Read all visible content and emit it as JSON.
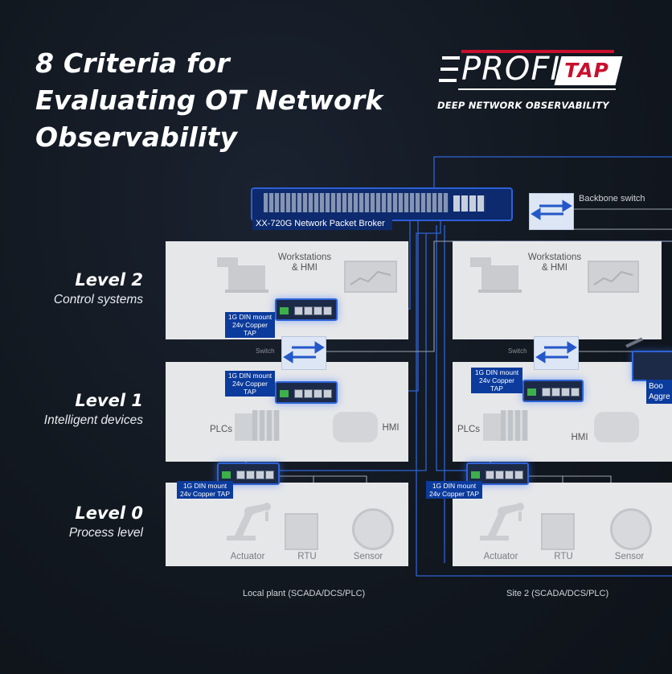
{
  "title": "8 Criteria for Evaluating OT Network Observability",
  "title_lines": [
    "8 Criteria for",
    "Evaluating OT Network",
    "Observability"
  ],
  "logo": {
    "word": "PROFI",
    "tap": "TAP",
    "tagline": "DEEP NETWORK OBSERVABILITY"
  },
  "levels": [
    {
      "title": "Level 2",
      "subtitle": "Control systems"
    },
    {
      "title": "Level 1",
      "subtitle": "Intelligent devices"
    },
    {
      "title": "Level 0",
      "subtitle": "Process level"
    }
  ],
  "broker_label": "XX-720G Network Packet Broker",
  "backbone_label": "Backbone switch",
  "switch_label": "Switch",
  "tap_label_line1": "1G DIN mount",
  "tap_label_line2": "24v Copper TAP",
  "workstations_label": "Workstations\n& HMI",
  "workstations_line1": "Workstations",
  "workstations_line2": "& HMI",
  "plcs_label": "PLCs",
  "hmi_label": "HMI",
  "actuator_label": "Actuator",
  "rtu_label": "RTU",
  "sensor_label": "Sensor",
  "site1_label": "Local plant (SCADA/DCS/PLC)",
  "site2_label": "Site 2 (SCADA/DCS/PLC)",
  "booster_line1": "Boo",
  "booster_line2": "Aggre",
  "colors": {
    "accent_blue": "#2e63d6",
    "tag_blue": "#0b3b9c",
    "brand_red": "#c8102e",
    "background": "#121820"
  }
}
